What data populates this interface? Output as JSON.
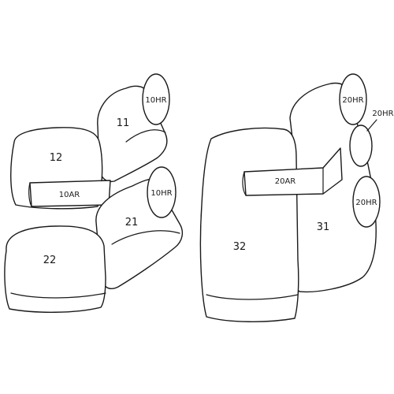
{
  "labels": {
    "left_headrest_upper": "10HR",
    "left_seat_back_upper": "11",
    "left_seat_wide": "12",
    "left_armrest": "10AR",
    "left_headrest_lower": "10HR",
    "left_seat_back_lower": "21",
    "left_cushion": "22",
    "right_headrest_upper": "20HR",
    "right_headrest_callout": "20HR",
    "right_armrest": "20AR",
    "right_headrest_lower": "20HR",
    "right_seat_back": "31",
    "right_bench": "32"
  },
  "colors": {
    "stroke": "#1a1a1a",
    "fill": "#ffffff"
  }
}
